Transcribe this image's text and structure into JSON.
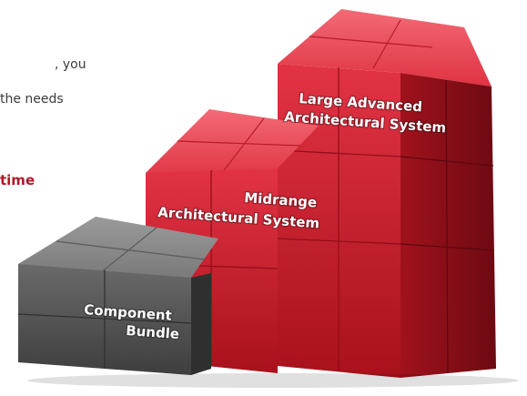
{
  "intro_text": {
    "fragment_1": ", you",
    "fragment_2": "the needs",
    "fragment_3": "time"
  },
  "cube_labels": {
    "large": {
      "line1": "Large Advanced",
      "line2": "Architectural System"
    },
    "midrange": {
      "line1": "Midrange",
      "line2": "Architectural System"
    },
    "component": {
      "line1": "Component",
      "line2": "Bundle"
    }
  },
  "colors": {
    "red_front": "#cf1d2c",
    "red_top": "#f05060",
    "red_side": "#8f0f18",
    "gray_front": "#5d5d5d",
    "gray_top": "#8a8a8a",
    "gray_side": "#343434",
    "highlight_text": "#b0182a"
  }
}
